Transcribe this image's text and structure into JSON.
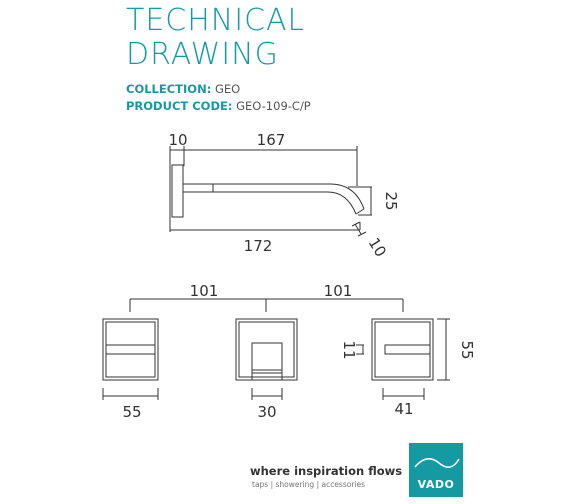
{
  "header": {
    "title_line1": "TECHNICAL",
    "title_line2": "DRAWING",
    "collection_label": "COLLECTION:",
    "collection_value": "GEO",
    "code_label": "PRODUCT CODE:",
    "code_value": "GEO-109-C/P"
  },
  "side_view": {
    "dim_backplate": "10",
    "dim_spout_length": "167",
    "dim_outlet_height": "25",
    "dim_total_length": "172",
    "dim_outlet_tip": "10"
  },
  "front_view": {
    "dim_spacing_left": "101",
    "dim_spacing_right": "101",
    "dim_left_width": "55",
    "dim_center_width": "30",
    "dim_handle_gap": "11",
    "dim_right_height": "55",
    "dim_right_width": "41"
  },
  "footer": {
    "tagline": "where inspiration flows",
    "subline": "taps | showering | accessories",
    "logo": "VADO"
  },
  "colors": {
    "accent": "#159aa3",
    "line": "#333333"
  }
}
